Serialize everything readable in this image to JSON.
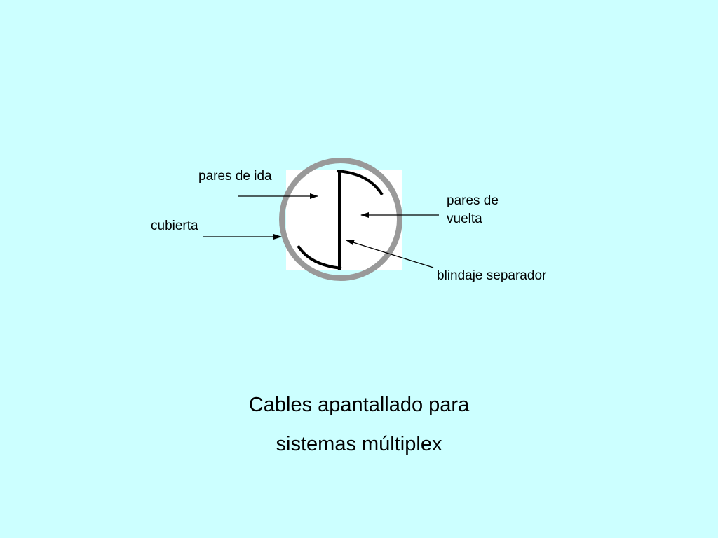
{
  "labels": {
    "pares_de_ida": "pares de ida",
    "cubierta": "cubierta",
    "pares_de_vuelta_line1": "pares de",
    "pares_de_vuelta_line2": "vuelta",
    "blindaje_separador": "blindaje separador"
  },
  "caption": {
    "line1": "Cables apantallado para",
    "line2": "sistemas múltiplex"
  },
  "colors": {
    "background": "#ccffff",
    "cable_core": "#ffffff",
    "jacket": "#999999",
    "lines": "#000000"
  }
}
